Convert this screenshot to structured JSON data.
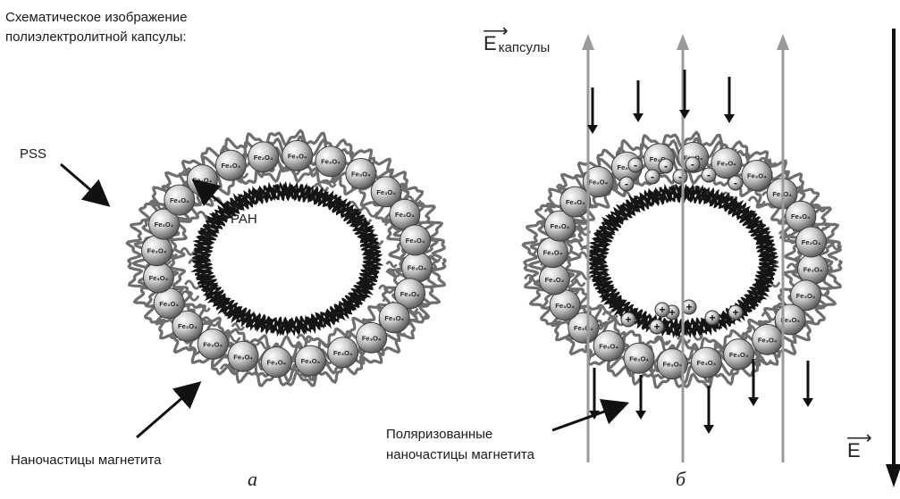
{
  "panel_a": {
    "title_line1": "Схематическое изображение",
    "title_line2": "полиэлектролитной капсулы:",
    "label_pss": "PSS",
    "label_pah": "PAH",
    "label_nanoparticles": "Наночастицы магнетита",
    "caption": "а"
  },
  "panel_b": {
    "field_capsule_symbol": "E",
    "field_capsule_subscript": "капсулы",
    "field_external_symbol": "E",
    "label_polarized_line1": "Поляризованные",
    "label_polarized_line2": "наночастицы магнетита",
    "caption": "б",
    "minus_sign": "-",
    "plus_sign": "+"
  },
  "particle_label": "Fe₃O₄",
  "colors": {
    "polymer_outer": "#6e6e6e",
    "polymer_inner": "#151515",
    "particle_light": "#f2f2f2",
    "particle_dark": "#6a6a6a",
    "field_line": "#9a9a9a",
    "arrow": "#111111"
  }
}
